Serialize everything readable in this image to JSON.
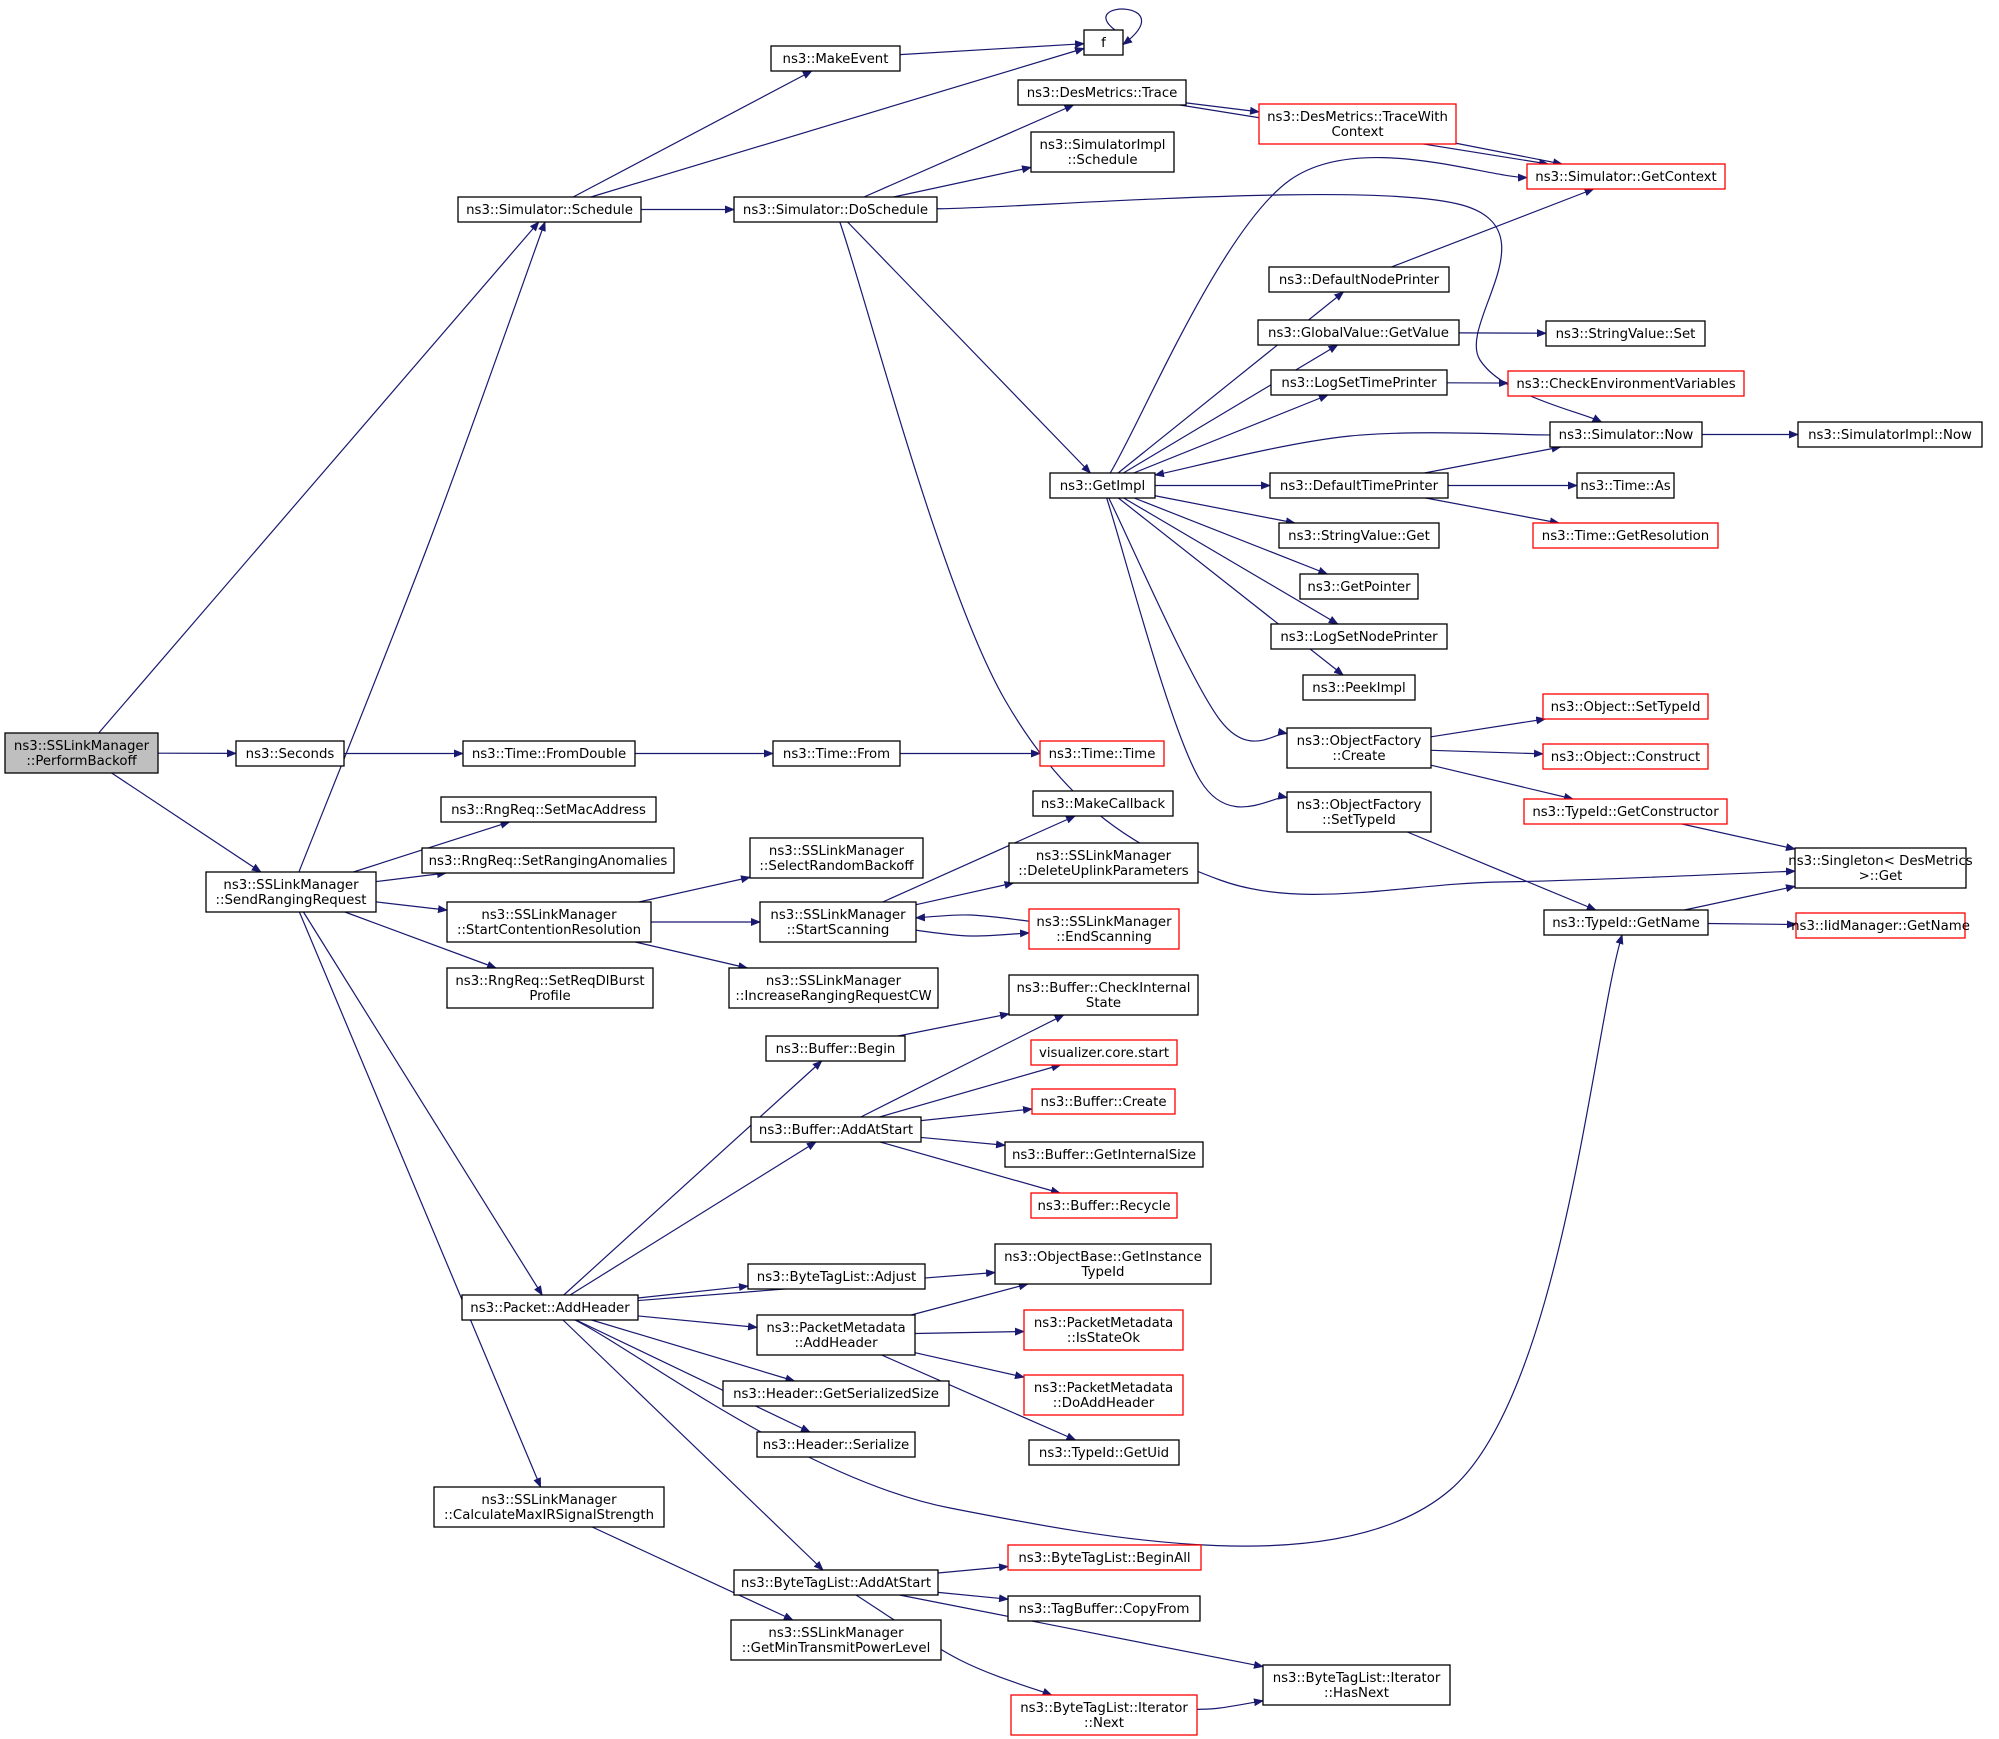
{
  "nodes": [
    {
      "id": "root",
      "lines": [
        "ns3::SSLinkManager",
        "::PerformBackoff"
      ],
      "style": "root"
    },
    {
      "id": "f",
      "lines": [
        "f"
      ],
      "style": "normal"
    },
    {
      "id": "makeevent",
      "lines": [
        "ns3::MakeEvent"
      ],
      "style": "normal"
    },
    {
      "id": "schedule",
      "lines": [
        "ns3::Simulator::Schedule"
      ],
      "style": "normal"
    },
    {
      "id": "doschedule",
      "lines": [
        "ns3::Simulator::DoSchedule"
      ],
      "style": "normal"
    },
    {
      "id": "desmetricstrace",
      "lines": [
        "ns3::DesMetrics::Trace"
      ],
      "style": "normal"
    },
    {
      "id": "tracewithcontext",
      "lines": [
        "ns3::DesMetrics::TraceWith",
        "Context"
      ],
      "style": "red"
    },
    {
      "id": "simimplschedule",
      "lines": [
        "ns3::SimulatorImpl",
        "::Schedule"
      ],
      "style": "normal"
    },
    {
      "id": "getcontext",
      "lines": [
        "ns3::Simulator::GetContext"
      ],
      "style": "red"
    },
    {
      "id": "defaultnodeprinter",
      "lines": [
        "ns3::DefaultNodePrinter"
      ],
      "style": "normal"
    },
    {
      "id": "globalgetvalue",
      "lines": [
        "ns3::GlobalValue::GetValue"
      ],
      "style": "normal"
    },
    {
      "id": "stringvalueset",
      "lines": [
        "ns3::StringValue::Set"
      ],
      "style": "normal"
    },
    {
      "id": "logsettimeprinter",
      "lines": [
        "ns3::LogSetTimePrinter"
      ],
      "style": "normal"
    },
    {
      "id": "checkenv",
      "lines": [
        "ns3::CheckEnvironmentVariables"
      ],
      "style": "red"
    },
    {
      "id": "simnow",
      "lines": [
        "ns3::Simulator::Now"
      ],
      "style": "normal"
    },
    {
      "id": "simimplnow",
      "lines": [
        "ns3::SimulatorImpl::Now"
      ],
      "style": "normal"
    },
    {
      "id": "getimpl",
      "lines": [
        "ns3::GetImpl"
      ],
      "style": "normal"
    },
    {
      "id": "defaulttimeprinter",
      "lines": [
        "ns3::DefaultTimePrinter"
      ],
      "style": "normal"
    },
    {
      "id": "timeas",
      "lines": [
        "ns3::Time::As"
      ],
      "style": "normal"
    },
    {
      "id": "getresolution",
      "lines": [
        "ns3::Time::GetResolution"
      ],
      "style": "red"
    },
    {
      "id": "stringvalueget",
      "lines": [
        "ns3::StringValue::Get"
      ],
      "style": "normal"
    },
    {
      "id": "getpointer",
      "lines": [
        "ns3::GetPointer"
      ],
      "style": "normal"
    },
    {
      "id": "logsetnodeprinter",
      "lines": [
        "ns3::LogSetNodePrinter"
      ],
      "style": "normal"
    },
    {
      "id": "peekimpl",
      "lines": [
        "ns3::PeekImpl"
      ],
      "style": "normal"
    },
    {
      "id": "ofcreate",
      "lines": [
        "ns3::ObjectFactory",
        "::Create"
      ],
      "style": "normal"
    },
    {
      "id": "objsettypeid",
      "lines": [
        "ns3::Object::SetTypeId"
      ],
      "style": "red"
    },
    {
      "id": "objconstruct",
      "lines": [
        "ns3::Object::Construct"
      ],
      "style": "red"
    },
    {
      "id": "getconstructor",
      "lines": [
        "ns3::TypeId::GetConstructor"
      ],
      "style": "red"
    },
    {
      "id": "ofsettypeid",
      "lines": [
        "ns3::ObjectFactory",
        "::SetTypeId"
      ],
      "style": "normal"
    },
    {
      "id": "singletonget",
      "lines": [
        "ns3::Singleton< DesMetrics",
        " >::Get"
      ],
      "style": "normal"
    },
    {
      "id": "typeidgetname",
      "lines": [
        "ns3::TypeId::GetName"
      ],
      "style": "normal"
    },
    {
      "id": "iidgetname",
      "lines": [
        "ns3::IidManager::GetName"
      ],
      "style": "red"
    },
    {
      "id": "seconds",
      "lines": [
        "ns3::Seconds"
      ],
      "style": "normal"
    },
    {
      "id": "fromdouble",
      "lines": [
        "ns3::Time::FromDouble"
      ],
      "style": "normal"
    },
    {
      "id": "timefrom",
      "lines": [
        "ns3::Time::From"
      ],
      "style": "normal"
    },
    {
      "id": "timetime",
      "lines": [
        "ns3::Time::Time"
      ],
      "style": "red"
    },
    {
      "id": "sendranging",
      "lines": [
        "ns3::SSLinkManager",
        "::SendRangingRequest"
      ],
      "style": "normal"
    },
    {
      "id": "setmac",
      "lines": [
        "ns3::RngReq::SetMacAddress"
      ],
      "style": "normal"
    },
    {
      "id": "setranganom",
      "lines": [
        "ns3::RngReq::SetRangingAnomalies"
      ],
      "style": "normal"
    },
    {
      "id": "startcontention",
      "lines": [
        "ns3::SSLinkManager",
        "::StartContentionResolution"
      ],
      "style": "normal"
    },
    {
      "id": "setreqdl",
      "lines": [
        "ns3::RngReq::SetReqDlBurst",
        "Profile"
      ],
      "style": "normal"
    },
    {
      "id": "selectrandom",
      "lines": [
        "ns3::SSLinkManager",
        "::SelectRandomBackoff"
      ],
      "style": "normal"
    },
    {
      "id": "startscanning",
      "lines": [
        "ns3::SSLinkManager",
        "::StartScanning"
      ],
      "style": "normal"
    },
    {
      "id": "increaseranging",
      "lines": [
        "ns3::SSLinkManager",
        "::IncreaseRangingRequestCW"
      ],
      "style": "normal"
    },
    {
      "id": "makecallback",
      "lines": [
        "ns3::MakeCallback"
      ],
      "style": "normal"
    },
    {
      "id": "deleteuplink",
      "lines": [
        "ns3::SSLinkManager",
        "::DeleteUplinkParameters"
      ],
      "style": "normal"
    },
    {
      "id": "endscanning",
      "lines": [
        "ns3::SSLinkManager",
        "::EndScanning"
      ],
      "style": "red"
    },
    {
      "id": "checkinternal",
      "lines": [
        "ns3::Buffer::CheckInternal",
        "State"
      ],
      "style": "normal"
    },
    {
      "id": "bufbegin",
      "lines": [
        "ns3::Buffer::Begin"
      ],
      "style": "normal"
    },
    {
      "id": "vizstart",
      "lines": [
        "visualizer.core.start"
      ],
      "style": "red"
    },
    {
      "id": "bufcreate",
      "lines": [
        "ns3::Buffer::Create"
      ],
      "style": "red"
    },
    {
      "id": "bufaddatstart",
      "lines": [
        "ns3::Buffer::AddAtStart"
      ],
      "style": "normal"
    },
    {
      "id": "bufinternalsize",
      "lines": [
        "ns3::Buffer::GetInternalSize"
      ],
      "style": "normal"
    },
    {
      "id": "bufrecycle",
      "lines": [
        "ns3::Buffer::Recycle"
      ],
      "style": "red"
    },
    {
      "id": "getinstancetypeid",
      "lines": [
        "ns3::ObjectBase::GetInstance",
        "TypeId"
      ],
      "style": "normal"
    },
    {
      "id": "btladjust",
      "lines": [
        "ns3::ByteTagList::Adjust"
      ],
      "style": "normal"
    },
    {
      "id": "packetaddheader",
      "lines": [
        "ns3::Packet::AddHeader"
      ],
      "style": "normal"
    },
    {
      "id": "pmaddheader",
      "lines": [
        "ns3::PacketMetadata",
        "::AddHeader"
      ],
      "style": "normal"
    },
    {
      "id": "pmisstateok",
      "lines": [
        "ns3::PacketMetadata",
        "::IsStateOk"
      ],
      "style": "red"
    },
    {
      "id": "pmdoaddheader",
      "lines": [
        "ns3::PacketMetadata",
        "::DoAddHeader"
      ],
      "style": "red"
    },
    {
      "id": "getserializedsize",
      "lines": [
        "ns3::Header::GetSerializedSize"
      ],
      "style": "normal"
    },
    {
      "id": "headerserialize",
      "lines": [
        "ns3::Header::Serialize"
      ],
      "style": "normal"
    },
    {
      "id": "typeidgetuid",
      "lines": [
        "ns3::TypeId::GetUid"
      ],
      "style": "normal"
    },
    {
      "id": "calcmaxir",
      "lines": [
        "ns3::SSLinkManager",
        "::CalculateMaxIRSignalStrength"
      ],
      "style": "normal"
    },
    {
      "id": "btlbeginall",
      "lines": [
        "ns3::ByteTagList::BeginAll"
      ],
      "style": "red"
    },
    {
      "id": "btladdatstart",
      "lines": [
        "ns3::ByteTagList::AddAtStart"
      ],
      "style": "normal"
    },
    {
      "id": "tagbuffercopy",
      "lines": [
        "ns3::TagBuffer::CopyFrom"
      ],
      "style": "normal"
    },
    {
      "id": "getmintx",
      "lines": [
        "ns3::SSLinkManager",
        "::GetMinTransmitPowerLevel"
      ],
      "style": "normal"
    },
    {
      "id": "iterhasnext",
      "lines": [
        "ns3::ByteTagList::Iterator",
        "::HasNext"
      ],
      "style": "normal"
    },
    {
      "id": "iternext",
      "lines": [
        "ns3::ByteTagList::Iterator",
        "::Next"
      ],
      "style": "red"
    }
  ],
  "edges": [
    [
      "root",
      "schedule"
    ],
    [
      "root",
      "seconds"
    ],
    [
      "root",
      "sendranging"
    ],
    [
      "f",
      "f"
    ],
    [
      "makeevent",
      "f"
    ],
    [
      "schedule",
      "makeevent"
    ],
    [
      "schedule",
      "f"
    ],
    [
      "schedule",
      "doschedule"
    ],
    [
      "doschedule",
      "desmetricstrace"
    ],
    [
      "doschedule",
      "simimplschedule"
    ],
    [
      "doschedule",
      "simnow"
    ],
    [
      "doschedule",
      "getimpl"
    ],
    [
      "doschedule",
      "singletonget"
    ],
    [
      "desmetricstrace",
      "tracewithcontext"
    ],
    [
      "desmetricstrace",
      "getcontext"
    ],
    [
      "tracewithcontext",
      "getcontext"
    ],
    [
      "defaultnodeprinter",
      "getcontext"
    ],
    [
      "globalgetvalue",
      "stringvalueset"
    ],
    [
      "logsettimeprinter",
      "checkenv"
    ],
    [
      "simnow",
      "simimplnow"
    ],
    [
      "simnow",
      "getimpl"
    ],
    [
      "getimpl",
      "getcontext"
    ],
    [
      "getimpl",
      "defaultnodeprinter"
    ],
    [
      "getimpl",
      "globalgetvalue"
    ],
    [
      "getimpl",
      "logsettimeprinter"
    ],
    [
      "getimpl",
      "defaulttimeprinter"
    ],
    [
      "getimpl",
      "stringvalueget"
    ],
    [
      "getimpl",
      "getpointer"
    ],
    [
      "getimpl",
      "logsetnodeprinter"
    ],
    [
      "getimpl",
      "peekimpl"
    ],
    [
      "getimpl",
      "ofcreate"
    ],
    [
      "getimpl",
      "ofsettypeid"
    ],
    [
      "defaulttimeprinter",
      "simnow"
    ],
    [
      "defaulttimeprinter",
      "timeas"
    ],
    [
      "defaulttimeprinter",
      "getresolution"
    ],
    [
      "ofcreate",
      "objsettypeid"
    ],
    [
      "ofcreate",
      "objconstruct"
    ],
    [
      "ofcreate",
      "getconstructor"
    ],
    [
      "getconstructor",
      "singletonget"
    ],
    [
      "ofsettypeid",
      "typeidgetname"
    ],
    [
      "typeidgetname",
      "singletonget"
    ],
    [
      "typeidgetname",
      "iidgetname"
    ],
    [
      "seconds",
      "fromdouble"
    ],
    [
      "fromdouble",
      "timefrom"
    ],
    [
      "timefrom",
      "timetime"
    ],
    [
      "sendranging",
      "schedule"
    ],
    [
      "sendranging",
      "setmac"
    ],
    [
      "sendranging",
      "setranganom"
    ],
    [
      "sendranging",
      "startcontention"
    ],
    [
      "sendranging",
      "setreqdl"
    ],
    [
      "sendranging",
      "packetaddheader"
    ],
    [
      "sendranging",
      "calcmaxir"
    ],
    [
      "startcontention",
      "selectrandom"
    ],
    [
      "startcontention",
      "startscanning"
    ],
    [
      "startcontention",
      "increaseranging"
    ],
    [
      "startscanning",
      "makecallback"
    ],
    [
      "startscanning",
      "deleteuplink"
    ],
    [
      "startscanning",
      "endscanning"
    ],
    [
      "endscanning",
      "startscanning"
    ],
    [
      "bufbegin",
      "checkinternal"
    ],
    [
      "bufaddatstart",
      "checkinternal"
    ],
    [
      "bufaddatstart",
      "vizstart"
    ],
    [
      "bufaddatstart",
      "bufcreate"
    ],
    [
      "bufaddatstart",
      "bufinternalsize"
    ],
    [
      "bufaddatstart",
      "bufrecycle"
    ],
    [
      "packetaddheader",
      "bufbegin"
    ],
    [
      "packetaddheader",
      "bufaddatstart"
    ],
    [
      "packetaddheader",
      "getinstancetypeid"
    ],
    [
      "packetaddheader",
      "btladjust"
    ],
    [
      "packetaddheader",
      "pmaddheader"
    ],
    [
      "packetaddheader",
      "getserializedsize"
    ],
    [
      "packetaddheader",
      "headerserialize"
    ],
    [
      "packetaddheader",
      "typeidgetname"
    ],
    [
      "packetaddheader",
      "btladdatstart"
    ],
    [
      "pmaddheader",
      "getinstancetypeid"
    ],
    [
      "pmaddheader",
      "pmisstateok"
    ],
    [
      "pmaddheader",
      "pmdoaddheader"
    ],
    [
      "pmaddheader",
      "typeidgetuid"
    ],
    [
      "calcmaxir",
      "getmintx"
    ],
    [
      "btladdatstart",
      "btlbeginall"
    ],
    [
      "btladdatstart",
      "tagbuffercopy"
    ],
    [
      "btladdatstart",
      "iterhasnext"
    ],
    [
      "btladdatstart",
      "iternext"
    ],
    [
      "iternext",
      "iterhasnext"
    ]
  ],
  "colors": {
    "edge": "#191970",
    "node_border": "#000000",
    "node_border_red": "#ff0000",
    "node_fill": "#ffffff",
    "root_fill": "#bfbfbf",
    "text": "#000000"
  }
}
